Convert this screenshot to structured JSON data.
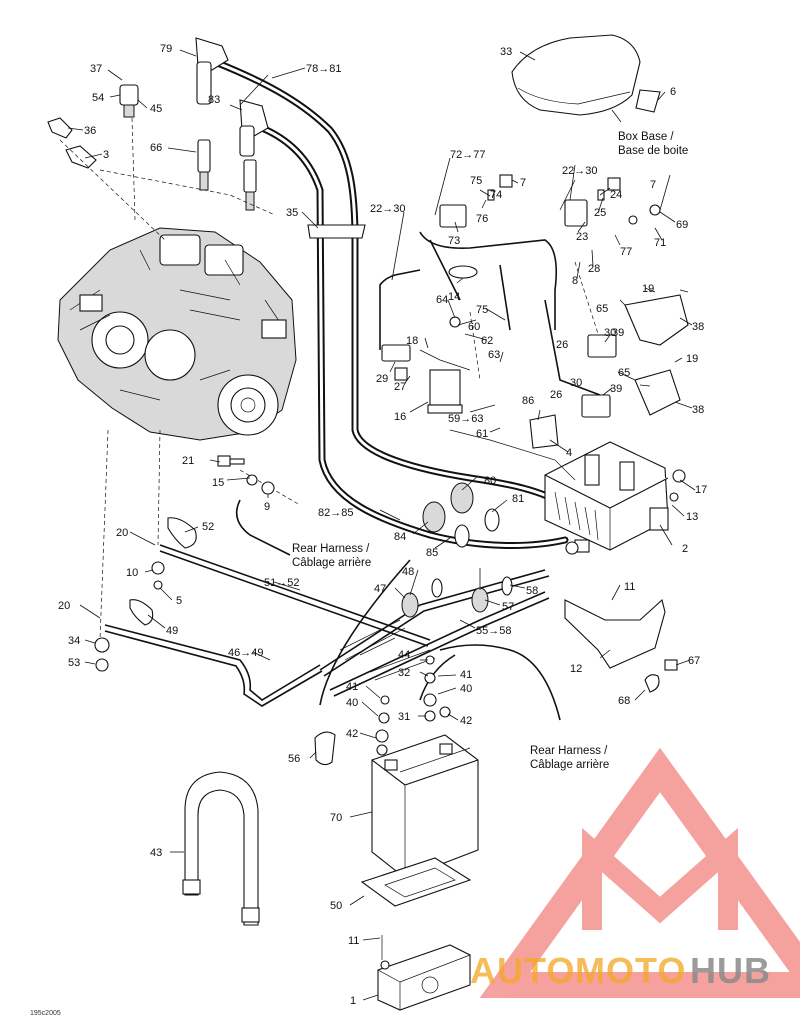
{
  "callouts": {
    "c1": "1",
    "c2": "2",
    "c3": "3",
    "c4": "4",
    "c5": "5",
    "c6": "6",
    "c7a": "7",
    "c7b": "7",
    "c8": "8",
    "c9": "9",
    "c10": "10",
    "c11a": "11",
    "c11b": "11",
    "c12": "12",
    "c13": "13",
    "c14": "14",
    "c15": "15",
    "c16": "16",
    "c17": "17",
    "c18": "18",
    "c19a": "19",
    "c19b": "19",
    "c20a": "20",
    "c20b": "20",
    "c21": "21",
    "c22a": "22→30",
    "c22b": "22→30",
    "c23": "23",
    "c24": "24",
    "c25": "25",
    "c26a": "26",
    "c26b": "26",
    "c27": "27",
    "c28": "28",
    "c29": "29",
    "c30a": "30",
    "c30b": "30",
    "c31": "31",
    "c32": "32",
    "c33": "33",
    "c34": "34",
    "c35": "35",
    "c36": "36",
    "c37": "37",
    "c38a": "38",
    "c38b": "38",
    "c39a": "39",
    "c39b": "39",
    "c40a": "40",
    "c40b": "40",
    "c41a": "41",
    "c41b": "41",
    "c42a": "42",
    "c42b": "42",
    "c43": "43",
    "c44": "44",
    "c45": "45",
    "c46": "46→49",
    "c47": "47",
    "c48": "48",
    "c49": "49",
    "c50": "50",
    "c51": "51→52",
    "c52": "52",
    "c53": "53",
    "c54": "54",
    "c55": "55→58",
    "c56": "56",
    "c57": "57",
    "c58": "58",
    "c59": "59→63",
    "c60": "60",
    "c61": "61",
    "c62": "62",
    "c63": "63",
    "c64": "64",
    "c65a": "65",
    "c65b": "65",
    "c66": "66",
    "c67": "67",
    "c68": "68",
    "c69": "69",
    "c70": "70",
    "c71": "71",
    "c72": "72→77",
    "c73": "73",
    "c74": "74",
    "c75a": "75",
    "c75b": "75",
    "c76": "76",
    "c77": "77",
    "c78": "78→81",
    "c79": "79",
    "c80": "80",
    "c81": "81",
    "c82": "82→85",
    "c83": "83",
    "c84": "84",
    "c85": "85",
    "c86": "86"
  },
  "notes": {
    "box_base_en": "Box Base /",
    "box_base_fr": "Base de boite",
    "rear_harness_1_en": "Rear Harness /",
    "rear_harness_1_fr": "Câblage arrière",
    "rear_harness_2_en": "Rear Harness /",
    "rear_harness_2_fr": "Câblage arrière"
  },
  "figure_code": "195c2005",
  "watermark": {
    "part1": "AUTO",
    "part2": "MOTO",
    "part3": "HUB",
    "color_red": "#e8241c",
    "color_orange": "#f5a623",
    "color_gray": "#8a8a8a"
  }
}
